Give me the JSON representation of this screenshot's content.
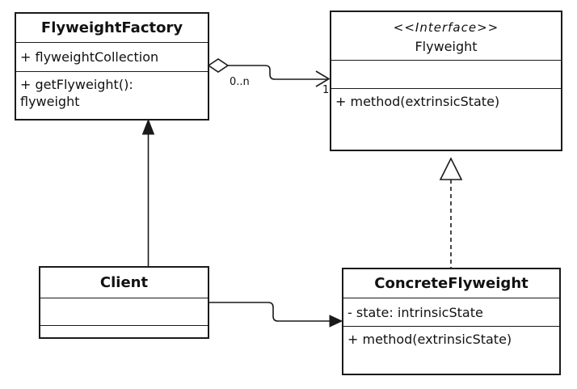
{
  "diagram": {
    "kind": "uml-class-diagram",
    "pattern_name": "Flyweight",
    "colors": {
      "line": "#1a1a1a",
      "background": "#ffffff",
      "fill": "#ffffff"
    },
    "classes": {
      "flyweight_factory": {
        "name": "FlyweightFactory",
        "attributes": [
          "+ flyweightCollection"
        ],
        "operations": [
          "+ getFlyweight(): flyweight"
        ]
      },
      "flyweight": {
        "stereotype": "<<Interface>>",
        "name": "Flyweight",
        "attributes": [],
        "operations": [
          "+ method(extrinsicState)"
        ]
      },
      "client": {
        "name": "Client",
        "attributes": [],
        "operations": []
      },
      "concrete_flyweight": {
        "name": "ConcreteFlyweight",
        "attributes": [
          "- state: intrinsicState"
        ],
        "operations": [
          "+ method(extrinsicState)"
        ]
      }
    },
    "relationships": {
      "aggregation": {
        "type": "aggregation",
        "from": "FlyweightFactory",
        "to": "Flyweight",
        "source_label": "0..n",
        "target_label": "1"
      },
      "client_to_factory": {
        "type": "directed-association",
        "from": "Client",
        "to": "FlyweightFactory"
      },
      "client_to_concrete": {
        "type": "directed-association",
        "from": "Client",
        "to": "ConcreteFlyweight"
      },
      "realization": {
        "type": "realization",
        "from": "ConcreteFlyweight",
        "to": "Flyweight"
      }
    }
  }
}
